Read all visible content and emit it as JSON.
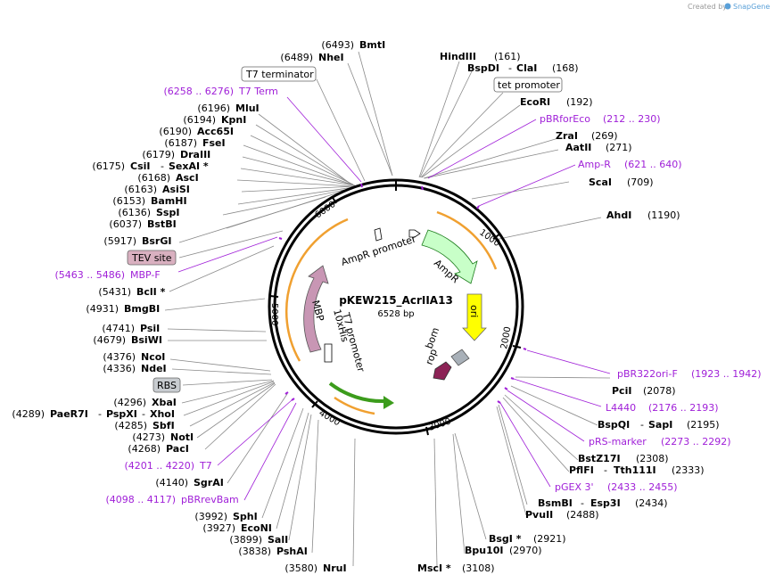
{
  "credit": {
    "prefix": "Created by",
    "brand": "SnapGene"
  },
  "plasmid": {
    "name": "pKEW215_AcrIIA13",
    "size": "6528 bp"
  },
  "ticks": [
    "1000",
    "2000",
    "3000",
    "4000",
    "5000",
    "6000"
  ],
  "features": {
    "ampr_promoter": "AmpR promoter",
    "ampr": "AmpR",
    "ori": "ori",
    "bom": "bom",
    "rop": "rop",
    "t7_promoter": "T7 promoter",
    "his": "10xHis",
    "mbp": "MBP"
  },
  "labels": {
    "bmtI": {
      "pos": "(6493)",
      "name": "BmtI"
    },
    "nheI": {
      "pos": "(6489)",
      "name": "NheI"
    },
    "t7_terminator": {
      "name": "T7 terminator"
    },
    "t7term": {
      "range": "(6258 .. 6276)",
      "name": "T7 Term"
    },
    "mluI": {
      "pos": "(6196)",
      "name": "MluI"
    },
    "kpnI": {
      "pos": "(6194)",
      "name": "KpnI"
    },
    "acc65I": {
      "pos": "(6190)",
      "name": "Acc65I"
    },
    "fseI": {
      "pos": "(6187)",
      "name": "FseI"
    },
    "draIII": {
      "pos": "(6179)",
      "name": "DraIII"
    },
    "csiI": {
      "pos": "(6175)",
      "name": "CsiI",
      "sep": "-",
      "name2": "SexAI *"
    },
    "ascI": {
      "pos": "(6168)",
      "name": "AscI"
    },
    "asiSI": {
      "pos": "(6163)",
      "name": "AsiSI"
    },
    "bamHI": {
      "pos": "(6153)",
      "name": "BamHI"
    },
    "sspI": {
      "pos": "(6136)",
      "name": "SspI"
    },
    "bstBI": {
      "pos": "(6037)",
      "name": "BstBI"
    },
    "bsrGI": {
      "pos": "(5917)",
      "name": "BsrGI"
    },
    "tev": {
      "name": "TEV site"
    },
    "mbpf": {
      "range": "(5463 .. 5486)",
      "name": "MBP-F"
    },
    "bclI": {
      "pos": "(5431)",
      "name": "BclI *"
    },
    "bmgBI": {
      "pos": "(4931)",
      "name": "BmgBI"
    },
    "psiI": {
      "pos": "(4741)",
      "name": "PsiI"
    },
    "bsiWI": {
      "pos": "(4679)",
      "name": "BsiWI"
    },
    "ncoI": {
      "pos": "(4376)",
      "name": "NcoI"
    },
    "ndeI": {
      "pos": "(4336)",
      "name": "NdeI"
    },
    "rbs": {
      "name": "RBS"
    },
    "xbaI": {
      "pos": "(4296)",
      "name": "XbaI"
    },
    "paeR7I": {
      "pos": "(4289)",
      "name": "PaeR7I",
      "sep": "-",
      "name2": "PspXI",
      "sep2": "-",
      "name3": "XhoI"
    },
    "sbfI": {
      "pos": "(4285)",
      "name": "SbfI"
    },
    "notI": {
      "pos": "(4273)",
      "name": "NotI"
    },
    "pacI": {
      "pos": "(4268)",
      "name": "PacI"
    },
    "t7": {
      "range": "(4201 .. 4220)",
      "name": "T7"
    },
    "sgrAI": {
      "pos": "(4140)",
      "name": "SgrAI"
    },
    "pbrrevbam": {
      "range": "(4098 .. 4117)",
      "name": "pBRrevBam"
    },
    "sphI": {
      "pos": "(3992)",
      "name": "SphI"
    },
    "ecoNI": {
      "pos": "(3927)",
      "name": "EcoNI"
    },
    "salI": {
      "pos": "(3899)",
      "name": "SalI"
    },
    "pshAI": {
      "pos": "(3838)",
      "name": "PshAI"
    },
    "nruI": {
      "pos": "(3580)",
      "name": "NruI"
    },
    "mscI": {
      "name": "MscI *",
      "pos": "(3108)"
    },
    "bpu10I": {
      "name": "Bpu10I",
      "pos": "(2970)"
    },
    "bsgI": {
      "name": "BsgI *",
      "pos": "(2921)"
    },
    "pvuII": {
      "name": "PvuII",
      "pos": "(2488)"
    },
    "bsmBI": {
      "name": "BsmBI",
      "sep": "-",
      "name2": "Esp3I",
      "pos": "(2434)"
    },
    "pgex3": {
      "name": "pGEX 3'",
      "range": "(2433 .. 2455)"
    },
    "pflFI": {
      "name": "PflFI",
      "sep": "-",
      "name2": "Tth111I",
      "pos": "(2333)"
    },
    "bstZ17I": {
      "name": "BstZ17I",
      "pos": "(2308)"
    },
    "prsmarker": {
      "name": "pRS-marker",
      "range": "(2273 .. 2292)"
    },
    "bspQI": {
      "name": "BspQI",
      "sep": "-",
      "name2": "SapI",
      "pos": "(2195)"
    },
    "l4440": {
      "name": "L4440",
      "range": "(2176 .. 2193)"
    },
    "pciI": {
      "name": "PciI",
      "pos": "(2078)"
    },
    "pbr322orif": {
      "name": "pBR322ori-F",
      "range": "(1923 .. 1942)"
    },
    "ahdI": {
      "name": "AhdI",
      "pos": "(1190)"
    },
    "scaI": {
      "name": "ScaI",
      "pos": "(709)"
    },
    "ampr_primer": {
      "name": "Amp-R",
      "range": "(621 .. 640)"
    },
    "aatII": {
      "name": "AatII",
      "pos": "(271)"
    },
    "zraI": {
      "name": "ZraI",
      "pos": "(269)"
    },
    "pbrforeco": {
      "name": "pBRforEco",
      "range": "(212 .. 230)"
    },
    "ecoRI": {
      "name": "EcoRI",
      "pos": "(192)"
    },
    "tet_promoter": {
      "name": "tet promoter"
    },
    "bspDI": {
      "name": "BspDI",
      "sep": "-",
      "name2": "ClaI",
      "pos": "(168)"
    },
    "hindIII": {
      "name": "HindIII",
      "pos": "(161)"
    }
  },
  "colors": {
    "purple": "#a020d8",
    "ampr_fill": "#c8ffc8",
    "ori_fill": "#ffff00",
    "mbp_fill": "#c896b4",
    "rop_fill": "#8c2356",
    "bom_fill": "#a8b0b8",
    "orange": "#f0a030",
    "green": "#3c9c1c"
  }
}
